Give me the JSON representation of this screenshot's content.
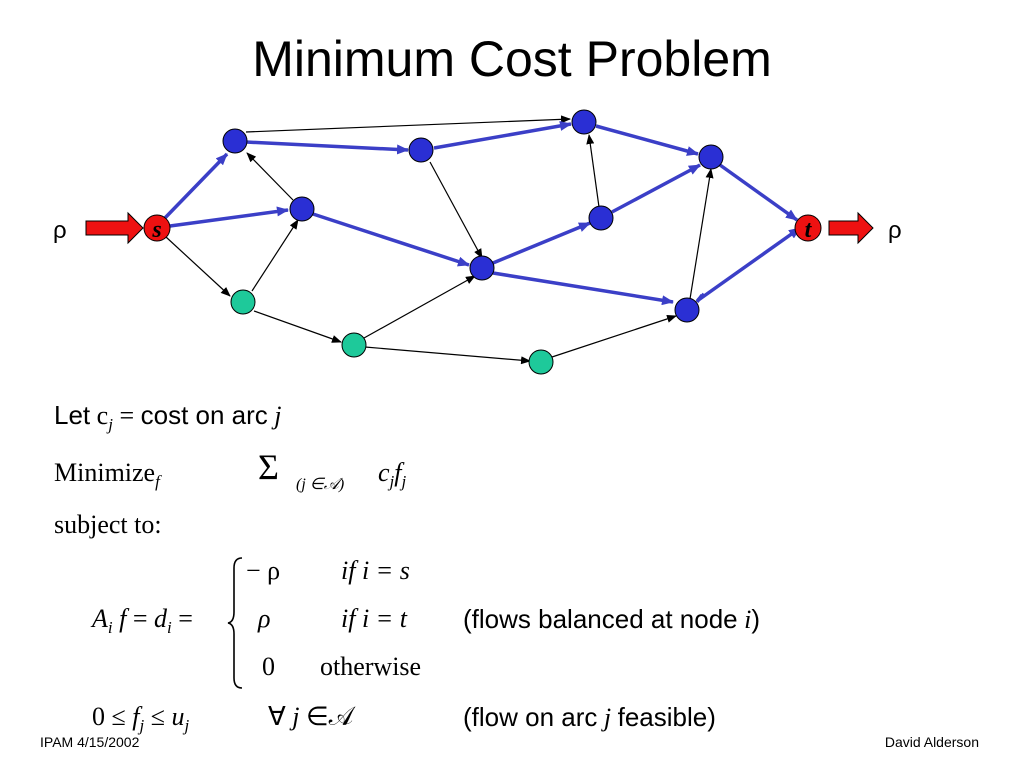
{
  "slide": {
    "title": "Minimum Cost Problem",
    "footer_left": "IPAM 4/15/2002",
    "footer_right": "David Alderson"
  },
  "diagram": {
    "source_label": "s",
    "sink_label": "t",
    "inflow_label": "ρ",
    "outflow_label": "ρ",
    "colors": {
      "node_blue": "#2a2fd4",
      "node_green": "#1ec99a",
      "terminal_red": "#ee1111",
      "path_blue": "#3b3fc7"
    }
  },
  "text": {
    "let_word": "Let",
    "c_sym": "c",
    "j_sym": "j",
    "eq": " = ",
    "cost_phrase": "cost on arc",
    "minimize": "Minimize",
    "f_sym": "f",
    "sigma": "Σ",
    "sum_index": "(j ∈𝒜)",
    "objective_c": "c",
    "objective_f": "f",
    "subject_to": "subject to:",
    "A_sym": "A",
    "i_sym": "i",
    "d_sym": "d",
    "case1_val": "− ρ",
    "case1_cond": "if i = s",
    "case2_val": "ρ",
    "case2_cond": "if i = t",
    "case3_val": "0",
    "case3_cond": "otherwise",
    "balance_text": "(flows balanced at node",
    "balance_i": "i",
    "close_paren": ")",
    "bound_zero": "0 ≤",
    "leq": "≤",
    "u_sym": "u",
    "forall": "∀",
    "in_set": "∈𝒜",
    "feasible_open": "(flow on arc",
    "feasible_close": "feasible)"
  }
}
